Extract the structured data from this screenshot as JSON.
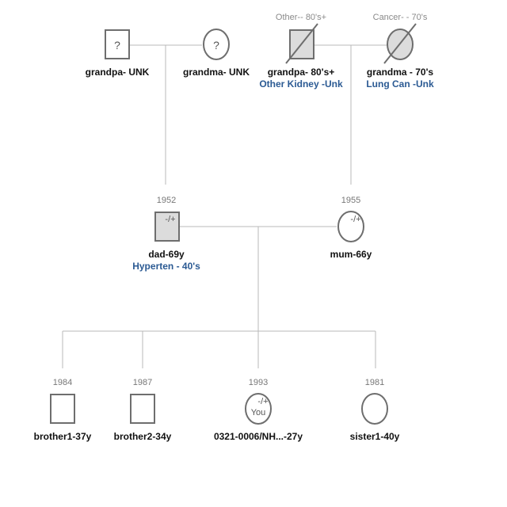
{
  "colors": {
    "condition_text": "#2b5a93",
    "line": "#b8b8b8",
    "outline": "#6e6e6e",
    "affected_fill": "#dcdcdc"
  },
  "people": {
    "gp_paternal": {
      "name": "grandpa- UNK",
      "mark": "?",
      "sex": "male",
      "affected": false,
      "deceased": false
    },
    "gm_paternal": {
      "name": "grandma- UNK",
      "mark": "?",
      "sex": "female",
      "affected": false,
      "deceased": false
    },
    "gp_maternal": {
      "name": "grandpa- 80's+",
      "above": "Other-- 80's+",
      "condition": "Other Kidney -Unk",
      "sex": "male",
      "affected": true,
      "deceased": true
    },
    "gm_maternal": {
      "name": "grandma - 70's",
      "above": "Cancer- - 70's",
      "condition": "Lung Can -Unk",
      "sex": "female",
      "affected": true,
      "deceased": true
    },
    "dad": {
      "name": "dad-69y",
      "year": "1952",
      "genotype": "-/+",
      "condition": "Hyperten - 40's",
      "sex": "male",
      "affected": true,
      "deceased": false
    },
    "mum": {
      "name": "mum-66y",
      "year": "1955",
      "genotype": "-/+",
      "sex": "female",
      "affected": false,
      "deceased": false
    },
    "brother1": {
      "name": "brother1-37y",
      "year": "1984",
      "sex": "male",
      "affected": false,
      "deceased": false
    },
    "brother2": {
      "name": "brother2-34y",
      "year": "1987",
      "sex": "male",
      "affected": false,
      "deceased": false
    },
    "proband": {
      "name": "0321-0006/NH...-27y",
      "year": "1993",
      "genotype": "-/+",
      "inner": "You",
      "sex": "female",
      "affected": false,
      "deceased": false
    },
    "sister1": {
      "name": "sister1-40y",
      "year": "1981",
      "sex": "female",
      "affected": false,
      "deceased": false
    }
  }
}
